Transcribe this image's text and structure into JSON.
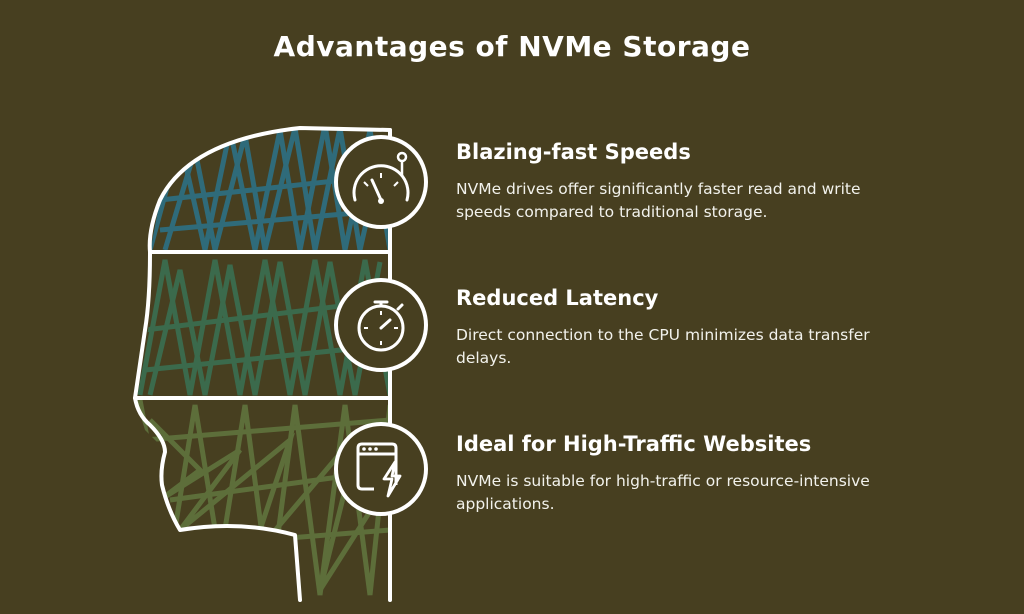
{
  "title": "Advantages of NVMe Storage",
  "colors": {
    "background": "#473f20",
    "section_1_hatch": "#2f6b7a",
    "section_2_hatch": "#3b6a4c",
    "section_3_hatch": "#5d6e3a",
    "outline": "#ffffff"
  },
  "items": [
    {
      "heading": "Blazing-fast Speeds",
      "description": "NVMe drives offer significantly faster read and write speeds compared to traditional storage.",
      "icon": "speedometer-icon"
    },
    {
      "heading": "Reduced Latency",
      "description": "Direct connection to the CPU minimizes data transfer delays.",
      "icon": "stopwatch-icon"
    },
    {
      "heading": "Ideal for High-Traffic Websites",
      "description": "NVMe is suitable for high-traffic or resource-intensive applications.",
      "icon": "browser-lightning-icon"
    }
  ]
}
